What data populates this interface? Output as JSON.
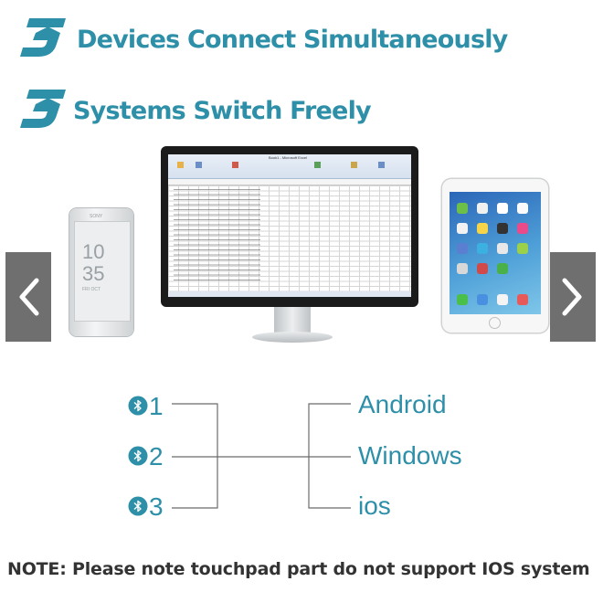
{
  "headline_1": {
    "number": "3",
    "text": "Devices Connect Simultaneously"
  },
  "headline_2": {
    "number": "3",
    "text": "Systems Switch Freely"
  },
  "phone": {
    "brand": "SONY",
    "time_hour": "10",
    "time_min": "35",
    "date": "FRI OCT"
  },
  "monitor": {
    "window_title": "Book1 - Microsoft Excel"
  },
  "bluetooth_channels": [
    {
      "label": "1"
    },
    {
      "label": "2"
    },
    {
      "label": "3"
    }
  ],
  "systems": [
    "Android",
    "Windows",
    "ios"
  ],
  "note": "NOTE: Please note touchpad part do not support IOS system",
  "colors": {
    "accent": "#2e8fa8",
    "nav": "#6f6f6f",
    "note": "#333333"
  }
}
